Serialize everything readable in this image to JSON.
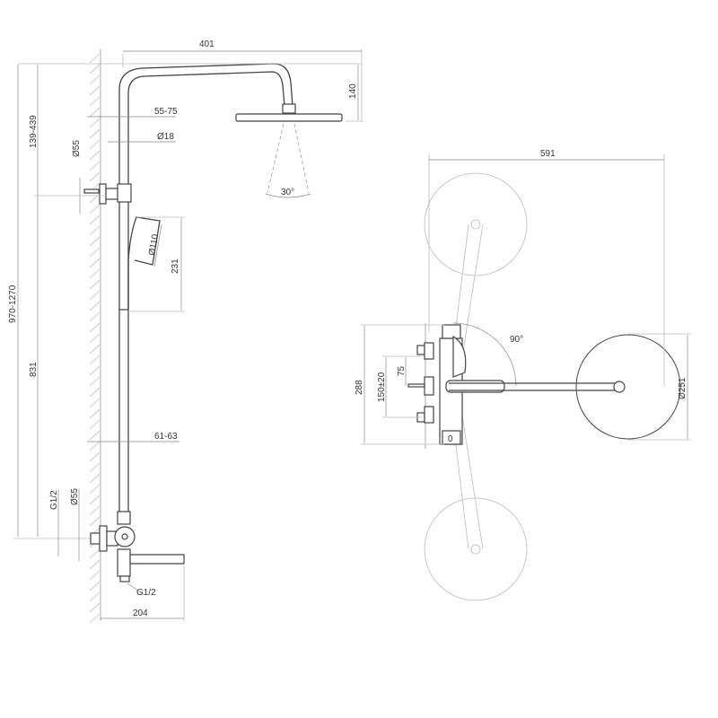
{
  "side_view": {
    "dims": {
      "arm_length": "401",
      "head_height": "140",
      "wall_gap_top": "55-75",
      "pipe_diameter": "Ø18",
      "rose_top_diameter": "Ø55",
      "spray_angle": "30°",
      "handshower_diameter": "Ø110",
      "handshower_length": "231",
      "total_height": "970-1270",
      "top_adjust": "139-439",
      "mid_height": "831",
      "wall_gap_bottom": "61-63",
      "inlet_thread": "G1/2",
      "rose_bottom_diameter": "Ø55",
      "outlet_thread": "G1/2",
      "spout_length": "204"
    }
  },
  "top_view": {
    "dims": {
      "swing_width": "591",
      "rotation_angle": "90°",
      "body_height": "288",
      "inlet_spacing": "150±20",
      "inlet_offset": "75",
      "head_diameter": "Ø251",
      "dial_mark": "0"
    }
  }
}
